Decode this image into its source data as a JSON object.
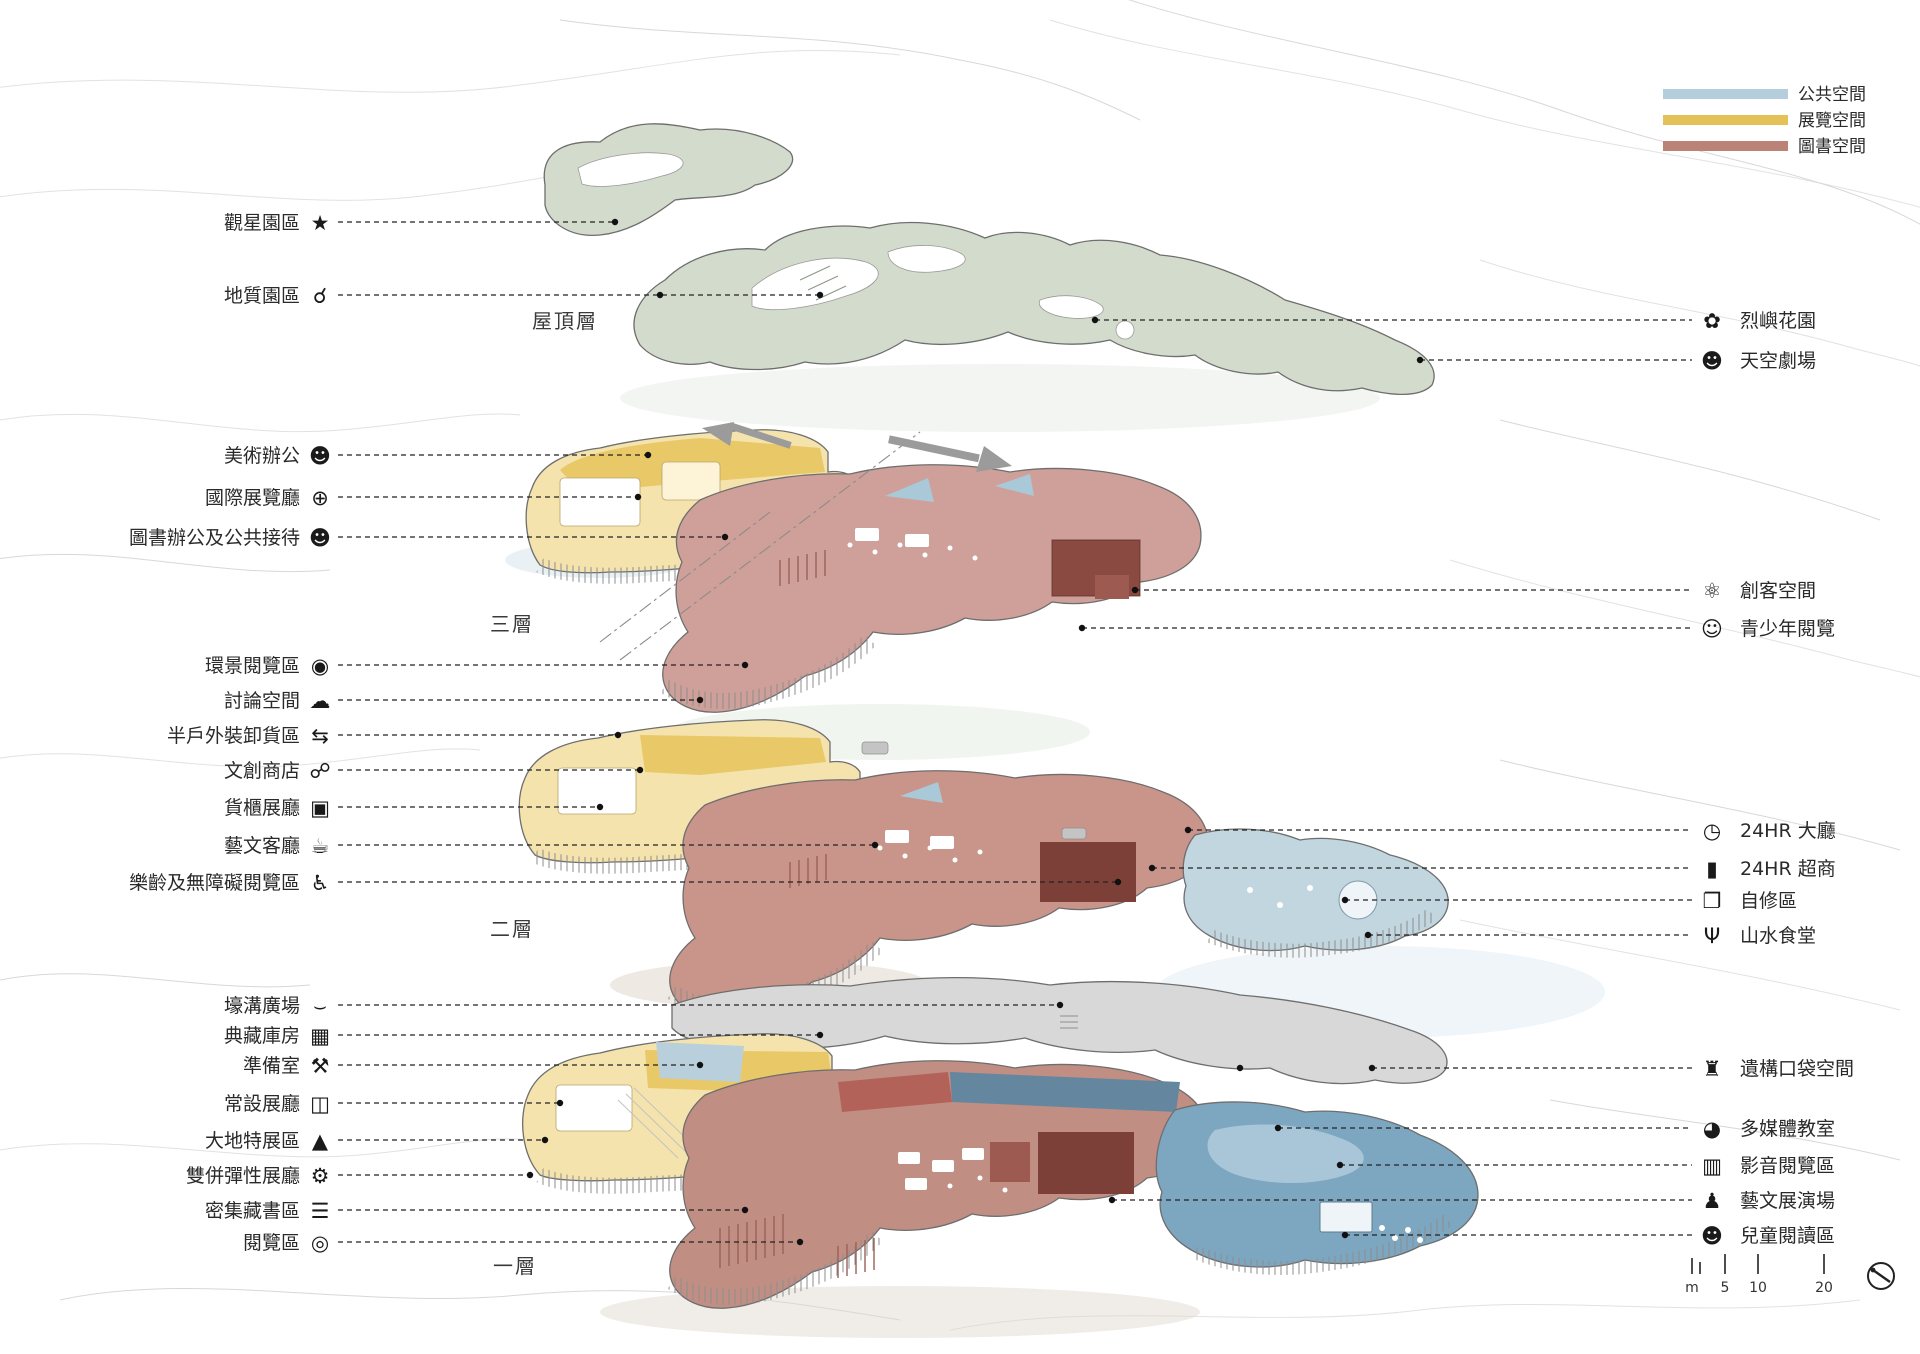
{
  "legend": {
    "items": [
      {
        "label": "公共空間",
        "color": "#b5cede"
      },
      {
        "label": "展覽空間",
        "color": "#e4c257"
      },
      {
        "label": "圖書空間",
        "color": "#bb8378"
      }
    ]
  },
  "floors": [
    {
      "name": "屋頂層"
    },
    {
      "name": "三層"
    },
    {
      "name": "二層"
    },
    {
      "name": "一層"
    }
  ],
  "left_labels": [
    {
      "text": "觀星園區",
      "icon": "stargazing-icon",
      "glyph": "★"
    },
    {
      "text": "地質園區",
      "icon": "geology-magnifier-icon",
      "glyph": "☌"
    },
    {
      "text": "美術辦公",
      "icon": "art-office-person-icon",
      "glyph": "☻"
    },
    {
      "text": "國際展覽廳",
      "icon": "globe-icon",
      "glyph": "⊕"
    },
    {
      "text": "圖書辦公及公共接待",
      "icon": "library-office-person-icon",
      "glyph": "☻"
    },
    {
      "text": "環景閱覽區",
      "icon": "panorama-eye-icon",
      "glyph": "◉"
    },
    {
      "text": "討論空間",
      "icon": "discussion-bubble-icon",
      "glyph": "☁"
    },
    {
      "text": "半戶外裝卸貨區",
      "icon": "loading-arrows-icon",
      "glyph": "⇆"
    },
    {
      "text": "文創商店",
      "icon": "shop-share-icon",
      "glyph": "☍"
    },
    {
      "text": "貨櫃展廳",
      "icon": "container-truck-icon",
      "glyph": "▣"
    },
    {
      "text": "藝文客廳",
      "icon": "coffee-cup-icon",
      "glyph": "☕"
    },
    {
      "text": "樂齡及無障礙閱覽區",
      "icon": "wheelchair-icon",
      "glyph": "♿"
    },
    {
      "text": "壕溝廣場",
      "icon": "trench-plaza-icon",
      "glyph": "⌣"
    },
    {
      "text": "典藏庫房",
      "icon": "archive-storage-icon",
      "glyph": "▦"
    },
    {
      "text": "準備室",
      "icon": "handtruck-icon",
      "glyph": "⚒"
    },
    {
      "text": "常設展廳",
      "icon": "permanent-gallery-icon",
      "glyph": "◫"
    },
    {
      "text": "大地特展區",
      "icon": "land-exhibit-picture-icon",
      "glyph": "▲"
    },
    {
      "text": "雙併彈性展廳",
      "icon": "flexible-gallery-gear-icon",
      "glyph": "⚙"
    },
    {
      "text": "密集藏書區",
      "icon": "dense-stacks-icon",
      "glyph": "☰"
    },
    {
      "text": "閱覽區",
      "icon": "reading-eye-icon",
      "glyph": "◎"
    }
  ],
  "right_labels": [
    {
      "text": "烈嶼花園",
      "icon": "garden-flower-icon",
      "glyph": "✿"
    },
    {
      "text": "天空劇場",
      "icon": "sky-theater-masks-icon",
      "glyph": "☻"
    },
    {
      "text": "創客空間",
      "icon": "maker-atom-icon",
      "glyph": "⚛"
    },
    {
      "text": "青少年閱覽",
      "icon": "teen-reading-person-icon",
      "glyph": "☺"
    },
    {
      "text": "24HR 大廳",
      "icon": "clock-icon",
      "glyph": "◷"
    },
    {
      "text": "24HR 超商",
      "icon": "store-icon",
      "glyph": "▮"
    },
    {
      "text": "自修區",
      "icon": "self-study-book-icon",
      "glyph": "❐"
    },
    {
      "text": "山水食堂",
      "icon": "dining-fork-icon",
      "glyph": "Ψ"
    },
    {
      "text": "遺構口袋空間",
      "icon": "ruin-pocket-castle-icon",
      "glyph": "♜"
    },
    {
      "text": "多媒體教室",
      "icon": "multimedia-room-icon",
      "glyph": "◕"
    },
    {
      "text": "影音閱覽區",
      "icon": "film-strip-icon",
      "glyph": "▥"
    },
    {
      "text": "藝文展演場",
      "icon": "performance-stage-icon",
      "glyph": "♟"
    },
    {
      "text": "兒童閱讀區",
      "icon": "children-reading-icon",
      "glyph": "☻"
    }
  ],
  "scale_bar": {
    "ticks": [
      "m",
      "5",
      "10",
      "20"
    ]
  }
}
